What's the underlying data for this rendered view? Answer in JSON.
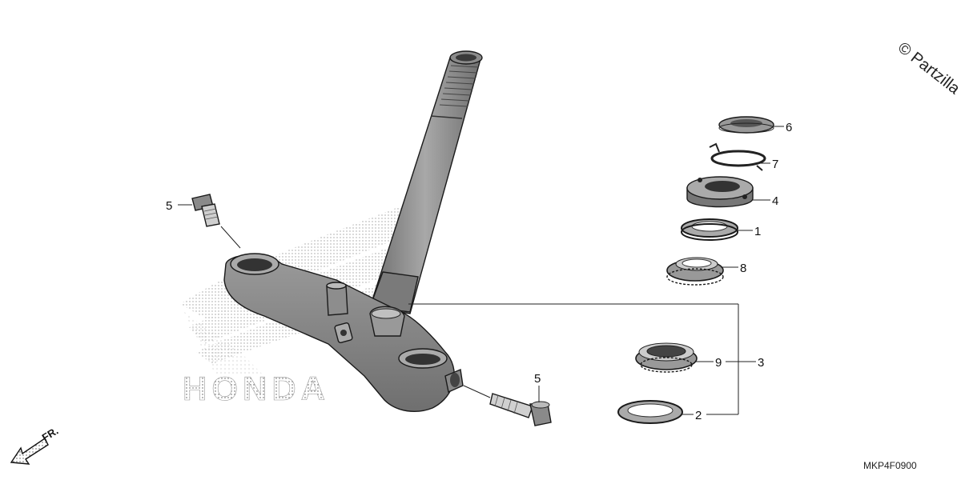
{
  "watermark": {
    "copyright": "© Partzilla"
  },
  "brand_logo": {
    "text": "HONDA"
  },
  "direction_label": "FR.",
  "diagram_code": "MKP4F0900",
  "callouts": [
    {
      "id": "c6",
      "label": "6"
    },
    {
      "id": "c7",
      "label": "7"
    },
    {
      "id": "c4",
      "label": "4"
    },
    {
      "id": "c1",
      "label": "1"
    },
    {
      "id": "c8",
      "label": "8"
    },
    {
      "id": "c9",
      "label": "9"
    },
    {
      "id": "c3",
      "label": "3"
    },
    {
      "id": "c2",
      "label": "2"
    },
    {
      "id": "c5a",
      "label": "5"
    },
    {
      "id": "c5b",
      "label": "5"
    }
  ]
}
